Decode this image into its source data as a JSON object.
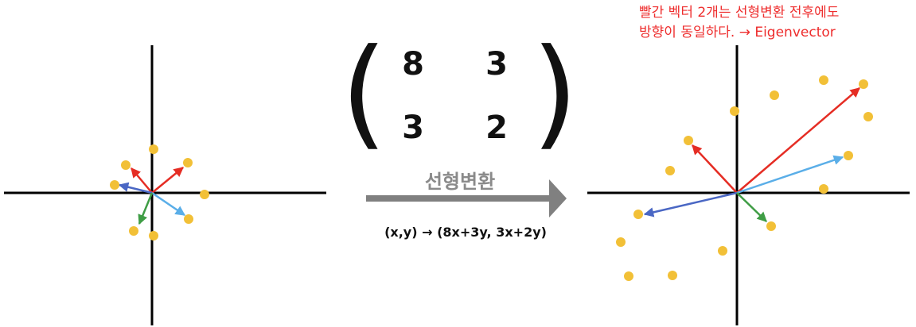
{
  "matrix": {
    "a": "8",
    "b": "3",
    "c": "3",
    "d": "2",
    "left_paren": "(",
    "right_paren": ")"
  },
  "transform": {
    "label": "선형변환",
    "formula": "(x,y) → (8x+3y, 3x+2y)"
  },
  "annotation": {
    "line1": "빨간 벡터 2개는 선형변환 전후에도",
    "line2": "방향이 동일하다. → Eigenvector"
  },
  "colors": {
    "dot": "#f2c037",
    "red_vector": "#e52d24",
    "light_blue_vector": "#5aaee8",
    "dark_blue_vector": "#4a67c4",
    "green_vector": "#3f9d45",
    "transform_arrow": "#808080",
    "annotation_text": "#ee2d2d"
  }
}
